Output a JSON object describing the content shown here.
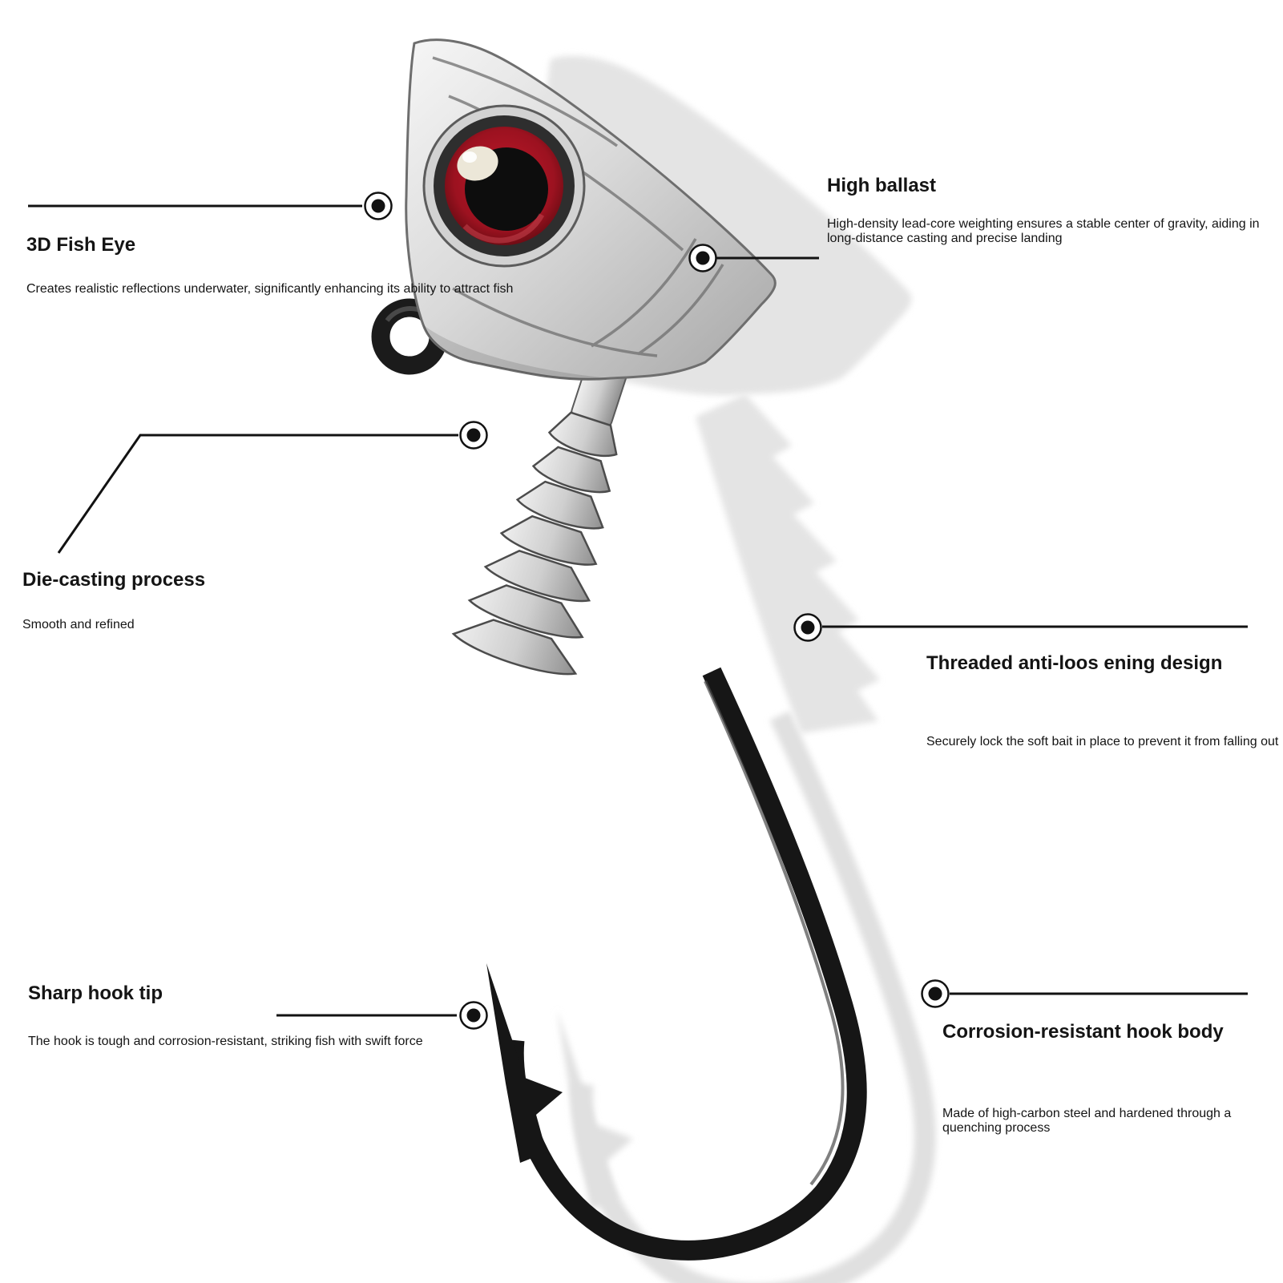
{
  "page": {
    "background": "#ffffff",
    "kind": "product feature infographic",
    "subject": "fishing jig head hook with screw-lock collar"
  },
  "colors": {
    "text": "#141414",
    "leader_line": "#121212",
    "eye_red": "#a01420",
    "eye_pupil": "#0d0d0d",
    "metal_light": "#f2f2f2",
    "metal_dark": "#9c9c9c",
    "hook_black": "#161616",
    "shadow": "#e3e3e3"
  },
  "callouts": [
    {
      "id": "fish-eye",
      "title": "3D Fish Eye",
      "body": "Creates realistic reflections\nunderwater, significantly\nenhancing its ability to\nattract fish"
    },
    {
      "id": "high-ballast",
      "title": "High ballast",
      "body": "High-density lead-core weighting\nensures a stable center of gravity,\naiding in long-distance casting and\nprecise landing"
    },
    {
      "id": "die-casting",
      "title": "Die-casting process",
      "body": "Smooth and refined"
    },
    {
      "id": "threaded-design",
      "title": "Threaded anti-loos\nening design",
      "body": "Securely lock the soft bait\nin place to prevent it from\nfalling out"
    },
    {
      "id": "sharp-hook-tip",
      "title": "Sharp hook tip",
      "body": "The hook is tough and\ncorrosion-resistant, striking\nfish with swift force"
    },
    {
      "id": "hook-body",
      "title": "Corrosion-resistant\nhook body",
      "body": "Made of high-carbon steel\nand hardened through a\nquenching process"
    }
  ]
}
